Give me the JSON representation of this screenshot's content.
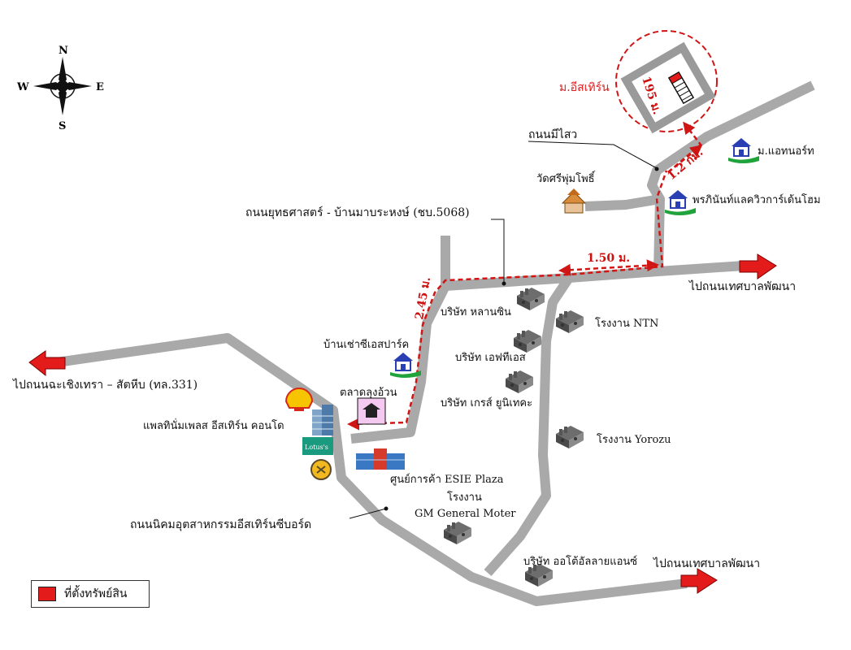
{
  "compass": {
    "n": "N",
    "s": "S",
    "e": "E",
    "w": "W"
  },
  "labels": {
    "village_estherin": "ม.อีสเทิร์น",
    "mi_sao_road": "ถนนมีไสว",
    "wat": "วัดศรีพุ่มโพธิ์",
    "village_athorn": "ม.แอทนอร์ท",
    "village_pruksa": "พรภินันท์แลควิวการ์เด้นโฮม",
    "yuthasart_road": "ถนนยุทธศาสตร์ - บ้านมาบระหงษ์ (ชบ.5068)",
    "to_phanna_1": "ไปถนนเทศบาลพัฒนา",
    "company_lansin": "บริษัท หลานซิน",
    "ntn": "โรงงาน NTN",
    "company_fts": "บริษัท เอฟทีเอส",
    "company_grace": "บริษัท เกรส์ ยูนิเทคะ",
    "yorozu": "โรงงาน Yorozu",
    "ban_chao": "บ้านเช่าซีเอสปาร์ค",
    "to_chachoengsao": "ไปถนนฉะเชิงเทรา – สัตหีบ (ทล.331)",
    "talad": "ตลาดลุงอ้วน",
    "condo": "แพลทินั่มเพลส อีสเทิร์น คอนโด",
    "esie": "ศูนย์การค้า ESIE Plaza",
    "gm_1": "โรงงาน",
    "gm_2": "GM General Moter",
    "industrial_road": "ถนนนิคมอุตสาหกรรมอีสเทิร์นซีบอร์ด",
    "company_auto": "บริษัท ออโต้อัลลายแอนซ์",
    "to_phanna_2": "ไปถนนเทศบาลพัฒนา",
    "lotus": "Lotus's"
  },
  "distances": {
    "d195": "195 ม.",
    "d12": "1.2 กม.",
    "d150": "1.50 ม.",
    "d245": "2.45 ม."
  },
  "legend": {
    "label": "ที่ตั้งทรัพย์สิน"
  },
  "colors": {
    "road": "#a9a9a9",
    "route": "#d01515",
    "arrow": "#e31b1b",
    "property": "#e31b1b"
  }
}
